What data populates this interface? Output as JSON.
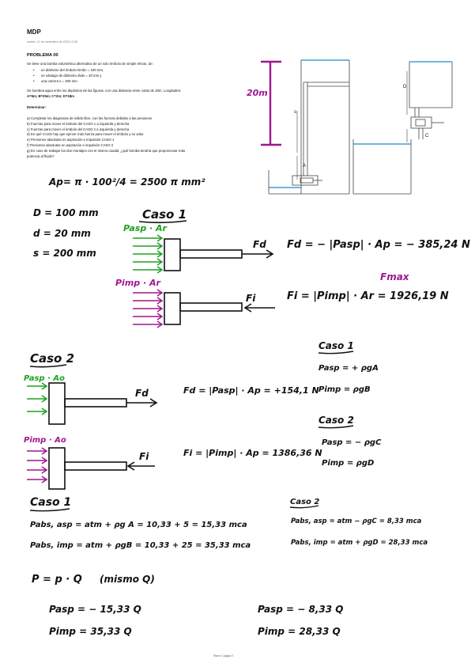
{
  "header": {
    "title": "MDP",
    "date": "martes, 21 de noviembre de 2023     12:38"
  },
  "problem": {
    "title": "PROBLEMA 00",
    "intro": "Se tiene una bomba volumétrica alternativa de un solo émbolo de simple efecto, de:",
    "bullets": [
      "un diámetro del émbolo Dmbo = 100 mm,",
      "un vástago de diámetro dvás = 20 mm y",
      "una carrera s = 200 mm."
    ],
    "line2": "Se bombea agua entre los depósitos de las figuras, con una distancia entre cotas de 20m. Longitudes:",
    "line3": "A=5m; B=25m; C=2m; D=18m",
    "determinar": "Determinar:",
    "items": [
      "a)  Completar los diagramas de sólido libre, con las fuerzas debidas a las presiones",
      "b)  Fuerzas para mover el émbolo del CASO 1 a izquierda y derecha",
      "c)  Fuerzas para mover el émbolo del CASO 2 a izquierda y derecha",
      "d)  En qué CASO hay que ejercer más fuerza para mover el émbolo y su valor",
      "e)  Presiones absolutas en aspiración e impulsión CASO 1",
      "f)  Presiones absolutas en aspiración e impulsión CASO 2",
      "g)  En caso de trabajar los dos montajes con el mismo caudal, ¿qué bomba tendría que proporcionar más",
      "     potencia al fluido?"
    ]
  },
  "figure": {
    "label_20m": "20m",
    "label_s": "s",
    "label_A": "A",
    "label_D": "D",
    "label_C": "C"
  },
  "notes": {
    "ap": "Ap= π · 100²/4 = 2500 π mm²",
    "D": "D = 100 mm",
    "d": "d = 20 mm",
    "s": "s = 200 mm",
    "caso1": "Caso 1",
    "pasp_ar": "Pasp · Ar",
    "pimp_ar": "Pimp · Ar",
    "fd_label": "Fd",
    "fi_label": "Fi",
    "fd1": "Fd = − |Pasp| · Ap = − 385,24 N",
    "fmax": "Fmax",
    "fi1": "Fi = |Pimp| · Ar = 1926,19 N",
    "caso2": "Caso 2",
    "pasp_ao": "Pasp · Ao",
    "pimp_ao": "Pimp · Ao",
    "fd2": "Fd = |Pasp| · Ap = +154,1 N",
    "fi2": "Fi = |Pimp| · Ap = 1386,36 N",
    "r_caso1": "Caso 1",
    "r_pasp1": "Pasp = + ρgA",
    "r_pimp1": "Pimp = ρgB",
    "r_caso2": "Caso 2",
    "r_pasp2": "Pasp = − ρgC",
    "r_pimp2": "Pimp = ρgD",
    "abs_caso1": "Caso 1",
    "abs_asp1": "Pabs, asp = atm + ρg A = 10,33 + 5 = 15,33 mca",
    "abs_imp1": "Pabs, imp = atm + ρgB = 10,33 + 25 = 35,33 mca",
    "abs_caso2": "Caso 2",
    "abs_asp2": "Pabs, asp = atm − ρgC = 8,33 mca",
    "abs_imp2": "Pabs, imp = atm + ρgD = 28,33 mca",
    "power": "P = p · Q",
    "mismo": "(mismo Q)",
    "pw_asp1": "Pasp = − 15,33 Q",
    "pw_imp1": "Pimp = 35,33 Q",
    "pw_asp2": "Pasp = − 8,33 Q",
    "pw_imp2": "Pimp = 28,33 Q"
  },
  "footer": {
    "page": "Nuevo 1 página 1"
  },
  "colors": {
    "pink": "#a0168f",
    "green": "#1fa11f",
    "water": "#1d8bd1"
  }
}
